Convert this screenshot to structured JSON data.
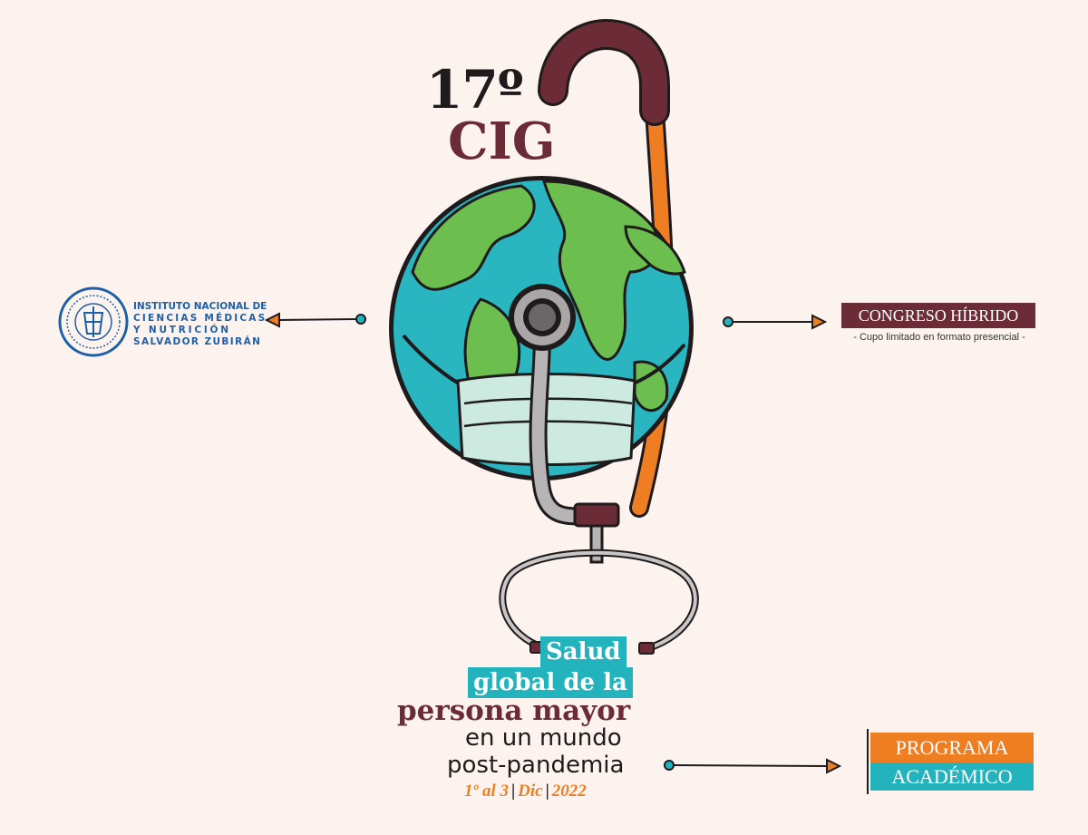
{
  "header": {
    "edition": "17º",
    "acronym": "CIG"
  },
  "institute": {
    "line1": "INSTITUTO NACIONAL DE",
    "line2": "CIENCIAS MÉDICAS",
    "line3": "Y NUTRICIÓN",
    "line4": "SALVADOR ZUBIRÁN"
  },
  "hybrid": {
    "label": "CONGRESO HÍBRIDO",
    "subtitle": "- Cupo limitado en formato presencial -"
  },
  "theme": {
    "line1": "Salud",
    "line2": "global de la",
    "line3": "persona mayor",
    "line4": "en un mundo",
    "line5": "post-pandemia"
  },
  "dates": {
    "days": "1º al 3",
    "month": "Dic",
    "year": "2022"
  },
  "program": {
    "line1": "PROGRAMA",
    "line2": "ACADÉMICO"
  },
  "colors": {
    "background": "#fdf3ee",
    "maroon": "#6b2c38",
    "teal": "#22b3bd",
    "orange": "#ef7d22",
    "green": "#6cbf4f",
    "blue": "#1d5fa6"
  }
}
